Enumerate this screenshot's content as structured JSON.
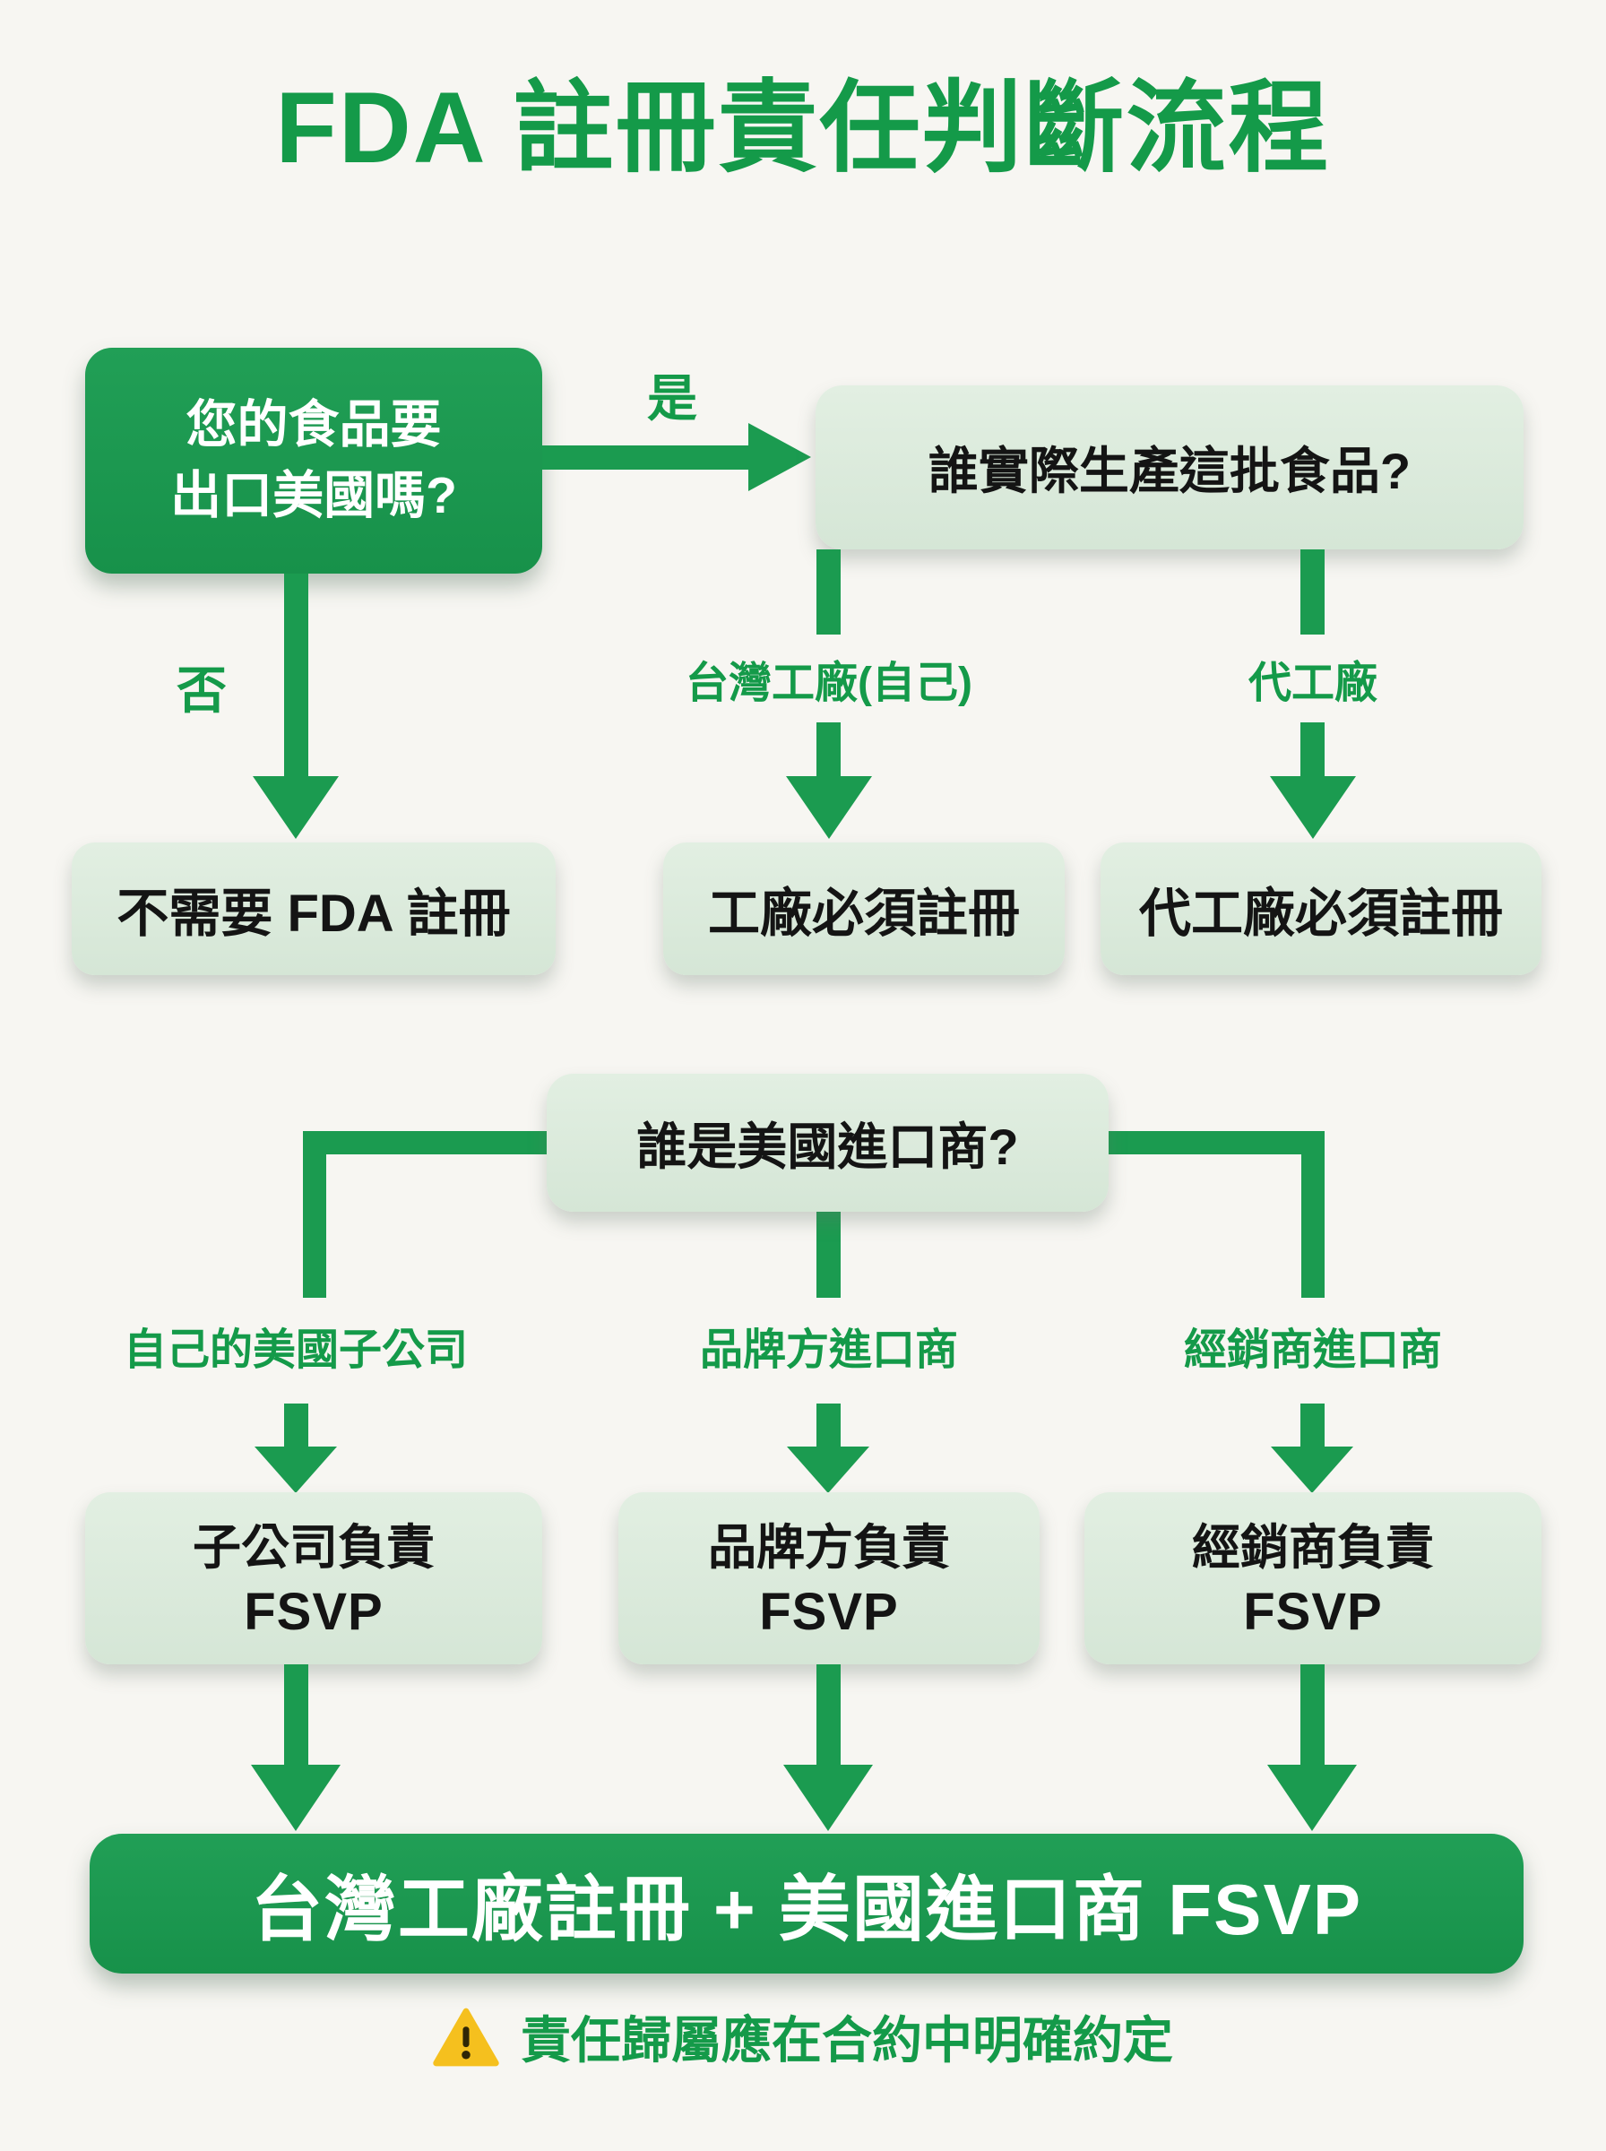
{
  "title": "FDA 註冊責任判斷流程",
  "colors": {
    "accent_green": "#1b9b50",
    "title_green": "#149a49",
    "light_box_green": "#dbe9db",
    "warning_yellow": "#f5c01e",
    "background": "#f7f6f2",
    "dark_text": "#141414",
    "white_text": "#ffffff"
  },
  "section1": {
    "start_question": {
      "line1": "您的食品要",
      "line2": "出口美國嗎?"
    },
    "yes_label": "是",
    "no_label": "否",
    "producer_question": "誰實際生產這批食品?",
    "branch_own_factory_label": "台灣工廠(自己)",
    "branch_contract_factory_label": "代工廠",
    "result_no_registration": "不需要 FDA 註冊",
    "result_factory_must_register": "工廠必須註冊",
    "result_contract_factory_must_register": "代工廠必須註冊"
  },
  "section2": {
    "importer_question": "誰是美國進口商?",
    "branches": [
      {
        "label": "自己的美國子公司",
        "result_line1": "子公司負責",
        "result_line2": "FSVP"
      },
      {
        "label": "品牌方進口商",
        "result_line1": "品牌方負責",
        "result_line2": "FSVP"
      },
      {
        "label": "經銷商進口商",
        "result_line1": "經銷商負責",
        "result_line2": "FSVP"
      }
    ]
  },
  "conclusion": "台灣工廠註冊 + 美國進口商 FSVP",
  "footer": {
    "warning_icon": "warning-triangle-icon",
    "note": "責任歸屬應在合約中明確約定"
  }
}
